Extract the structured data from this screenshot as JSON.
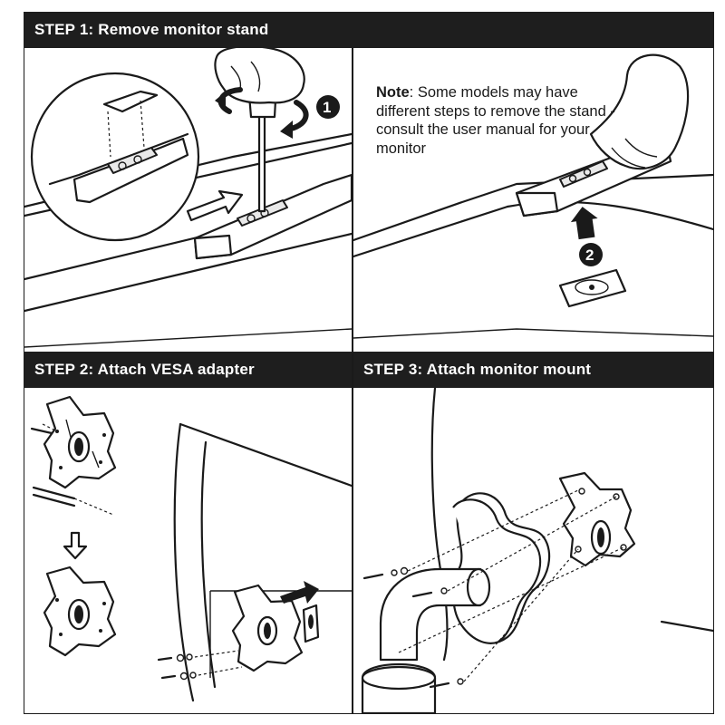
{
  "steps": [
    {
      "title": "STEP 1: Remove monitor stand"
    },
    {
      "title": "STEP 2: Attach VESA adapter"
    },
    {
      "title": "STEP 3: Attach monitor mount"
    }
  ],
  "note": {
    "label": "Note",
    "text": ": Some models may have different steps to remove the stand - consult the user manual for your monitor"
  },
  "badges": {
    "one": "1",
    "two": "2"
  },
  "icons": [
    "screwdriver-icon",
    "rotate-arrow-icon",
    "up-arrow-icon",
    "down-arrow-icon",
    "hand-icon"
  ]
}
